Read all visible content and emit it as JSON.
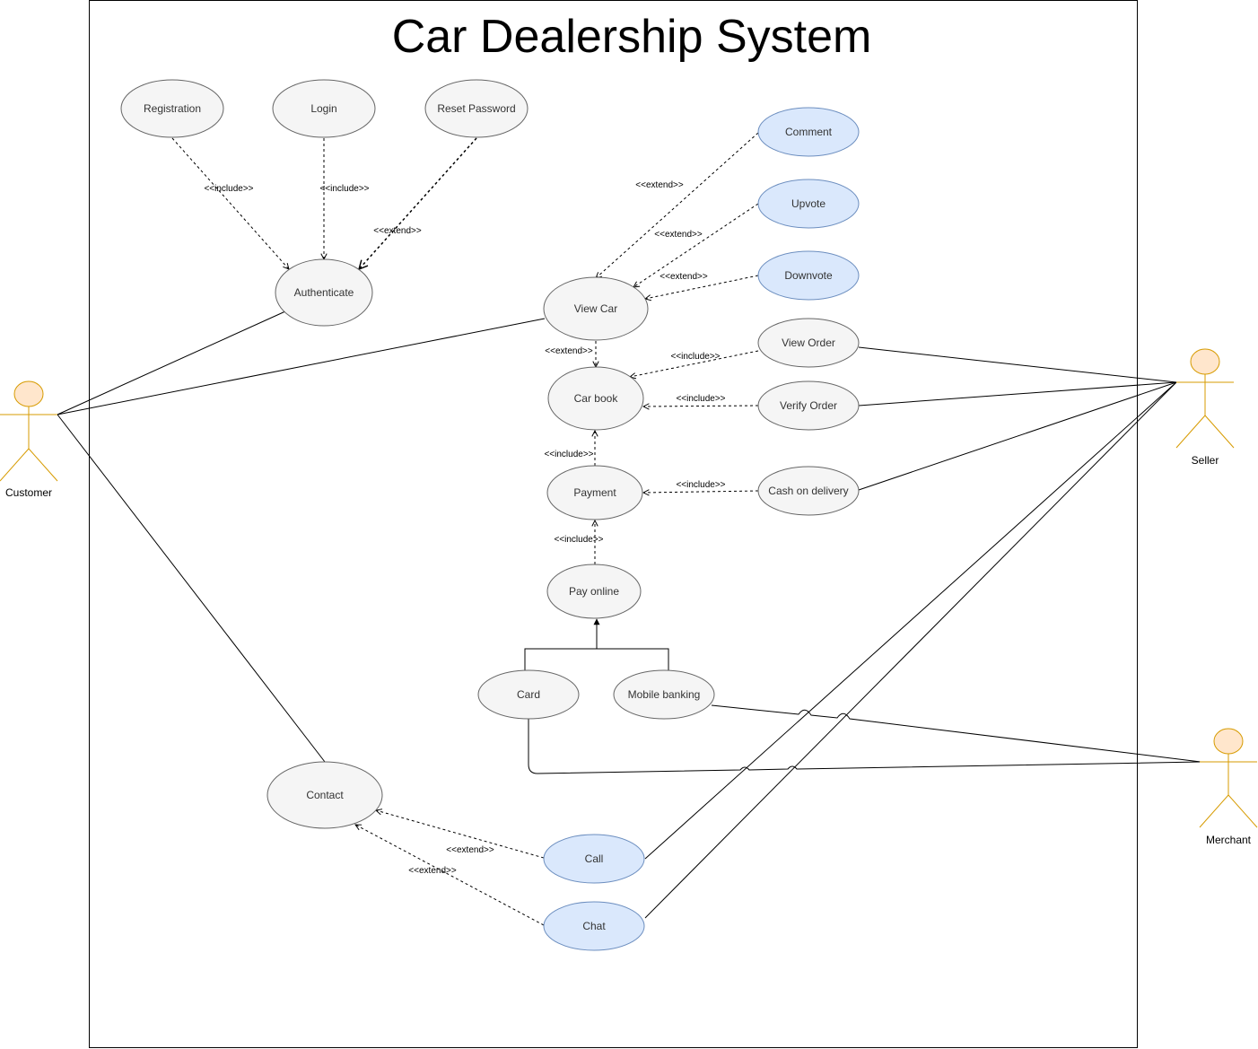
{
  "title": "Car Dealership System",
  "colors": {
    "usecase_fill": "#f5f5f5",
    "usecase_stroke": "#666666",
    "highlight_fill": "#dae8fc",
    "highlight_stroke": "#6c8ebf",
    "actor_fill": "#ffe6cc",
    "actor_stroke": "#d79b00"
  },
  "actors": {
    "customer": "Customer",
    "seller": "Seller",
    "merchant": "Merchant"
  },
  "use_cases": {
    "registration": "Registration",
    "login": "Login",
    "reset_password": "Reset Password",
    "authenticate": "Authenticate",
    "comment": "Comment",
    "upvote": "Upvote",
    "downvote": "Downvote",
    "view_car": "View Car",
    "view_order": "View Order",
    "car_book": "Car book",
    "verify_order": "Verify Order",
    "payment": "Payment",
    "cash_on_delivery": "Cash on delivery",
    "pay_online": "Pay online",
    "card": "Card",
    "mobile_banking": "Mobile banking",
    "contact": "Contact",
    "call": "Call",
    "chat": "Chat"
  },
  "relations": {
    "reg_auth": "<<include>>",
    "login_auth": "<<include>>",
    "reset_auth": "<<extend>>",
    "comment_view": "<<extend>>",
    "upvote_view": "<<extend>>",
    "downvote_view": "<<extend>>",
    "view_book": "<<extend>>",
    "vieworder_book": "<<include>>",
    "verify_book": "<<include>>",
    "payment_book": "<<include>>",
    "cod_payment": "<<include>>",
    "online_payment": "<<include>>",
    "call_contact": "<<extend>>",
    "chat_contact": "<<extend>>"
  }
}
